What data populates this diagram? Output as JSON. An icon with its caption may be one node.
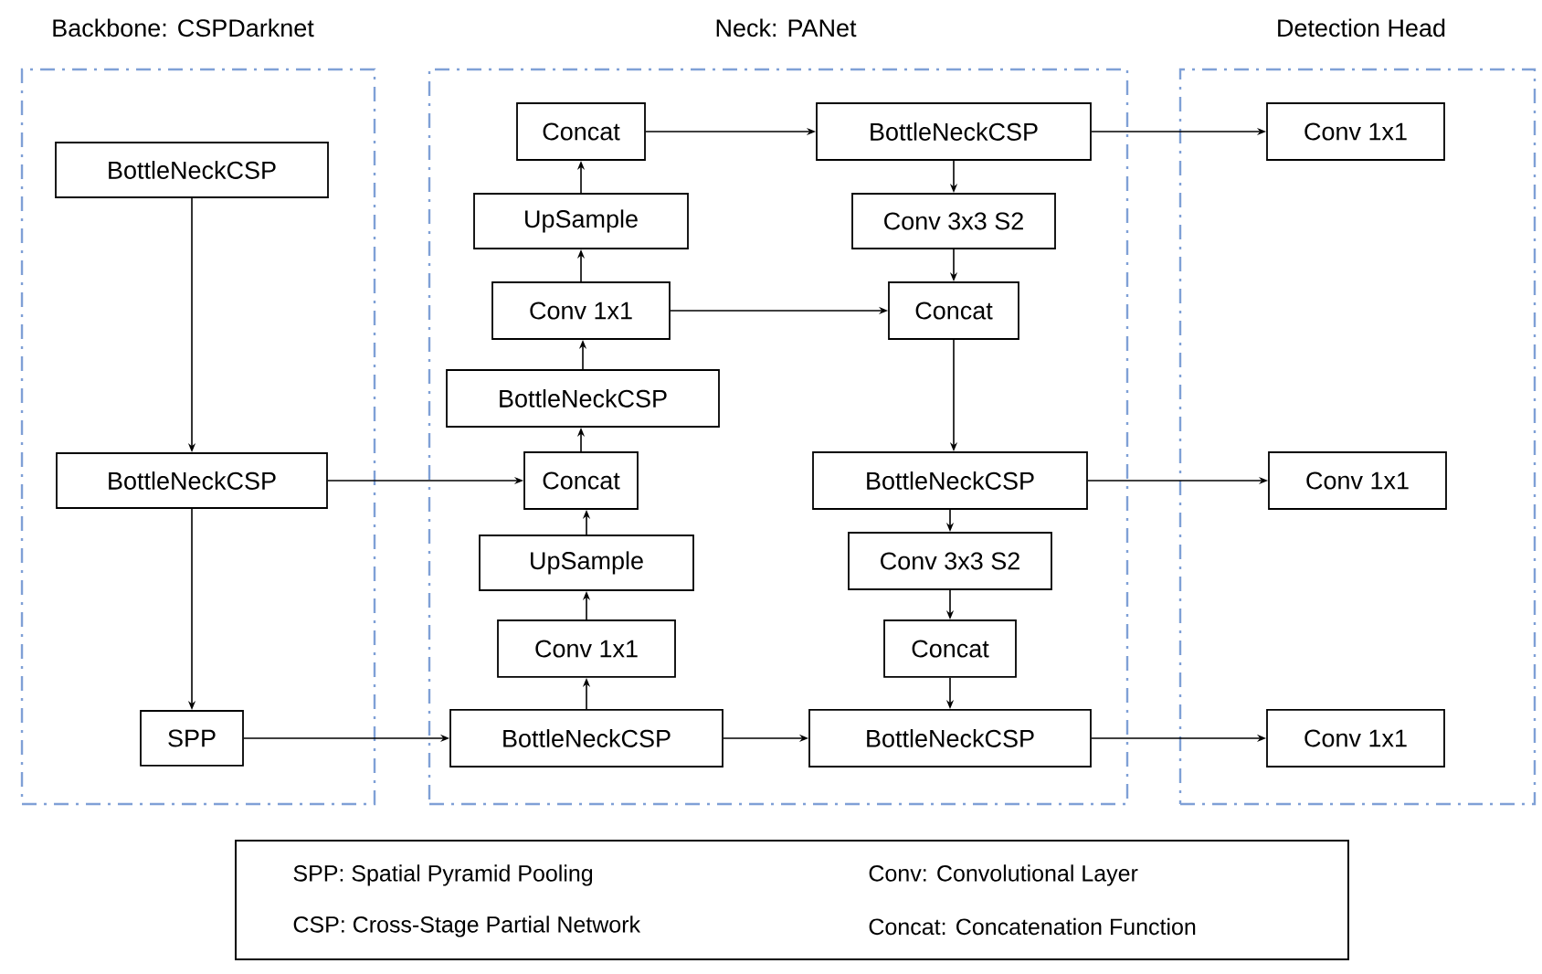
{
  "diagram": {
    "nodes": [
      {
        "text": [
          "Backbone: CSPDarknet"
        ]
      },
      {
        "text": [
          "Neck: PANet"
        ]
      },
      {
        "text": [
          "Detection Head"
        ]
      },
      {
        "text": [
          "BottleNeckCSP"
        ],
        "in": 0
      },
      {
        "text": [
          "BottleNeckCSP"
        ],
        "in": 0
      },
      {
        "text": [
          "SPP"
        ],
        "in": 0
      },
      {
        "text": [
          "Concat"
        ],
        "in": 1
      },
      {
        "text": [
          "UpSample"
        ],
        "in": 1
      },
      {
        "text": [
          "Conv 1x1"
        ],
        "in": 1
      },
      {
        "text": [
          "BottleNeckCSP"
        ],
        "in": 1
      },
      {
        "text": [
          "Concat"
        ],
        "in": 1
      },
      {
        "text": [
          "UpSample"
        ],
        "in": 1
      },
      {
        "text": [
          "Conv 1x1"
        ],
        "in": 1
      },
      {
        "text": [
          "BottleNeckCSP"
        ],
        "in": 1
      },
      {
        "text": [
          "BottleNeckCSP"
        ],
        "in": 1
      },
      {
        "text": [
          "Conv 3x3 S2"
        ],
        "in": 1
      },
      {
        "text": [
          "Concat"
        ],
        "in": 1
      },
      {
        "text": [
          "BottleNeckCSP"
        ],
        "in": 1
      },
      {
        "text": [
          "Conv 3x3 S2"
        ],
        "in": 1
      },
      {
        "text": [
          "Concat"
        ],
        "in": 1
      },
      {
        "text": [
          "BottleNeckCSP"
        ],
        "in": 1
      },
      {
        "text": [
          "Conv 1x1"
        ],
        "in": 2
      },
      {
        "text": [
          "Conv 1x1"
        ],
        "in": 2
      },
      {
        "text": [
          "Conv 1x1"
        ],
        "in": 2
      }
    ],
    "edges": [
      {
        "from": 3,
        "to": 4,
        "arrow": "to"
      },
      {
        "from": 4,
        "to": 5,
        "arrow": "to"
      },
      {
        "from": 4,
        "to": 10,
        "arrow": "to"
      },
      {
        "from": 5,
        "to": 13,
        "arrow": "to"
      },
      {
        "from": 13,
        "to": 12,
        "arrow": "to"
      },
      {
        "from": 12,
        "to": 11,
        "arrow": "to"
      },
      {
        "from": 11,
        "to": 10,
        "arrow": "to"
      },
      {
        "from": 10,
        "to": 9,
        "arrow": "to"
      },
      {
        "from": 9,
        "to": 8,
        "arrow": "to"
      },
      {
        "from": 8,
        "to": 7,
        "arrow": "to"
      },
      {
        "from": 7,
        "to": 6,
        "arrow": "to"
      },
      {
        "from": 6,
        "to": 14,
        "arrow": "to"
      },
      {
        "from": 8,
        "to": 16,
        "arrow": "to"
      },
      {
        "from": 14,
        "to": 15,
        "arrow": "to"
      },
      {
        "from": 15,
        "to": 16,
        "arrow": "to"
      },
      {
        "from": 16,
        "to": 17,
        "arrow": "to"
      },
      {
        "from": 17,
        "to": 18,
        "arrow": "to"
      },
      {
        "from": 18,
        "to": 19,
        "arrow": "to"
      },
      {
        "from": 19,
        "to": 20,
        "arrow": "to"
      },
      {
        "from": 13,
        "to": 20,
        "arrow": "to"
      },
      {
        "from": 14,
        "to": 21,
        "arrow": "to"
      },
      {
        "from": 17,
        "to": 22,
        "arrow": "to"
      },
      {
        "from": 20,
        "to": 23,
        "arrow": "to"
      }
    ],
    "labels": [
      "SPP: Spatial Pyramid Pooling",
      "Conv: Convolutional Layer",
      "CSP: Cross-Stage Partial Network",
      "Concat: Concatenation Function"
    ]
  }
}
